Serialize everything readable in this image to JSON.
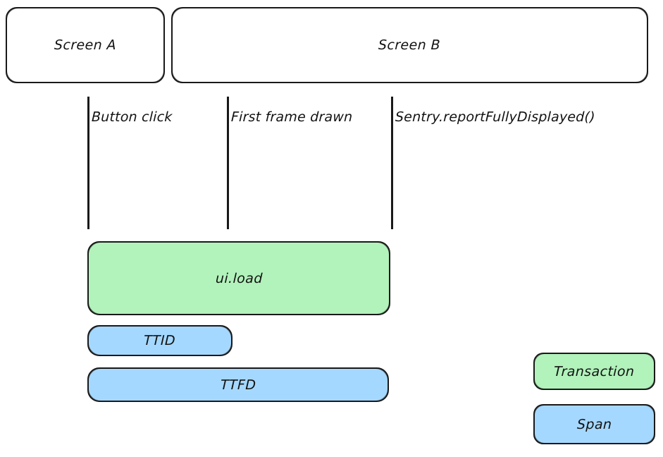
{
  "diagram": {
    "screens": [
      {
        "id": "screen-a",
        "label": "Screen A"
      },
      {
        "id": "screen-b",
        "label": "Screen B"
      }
    ],
    "events": [
      {
        "id": "button-click",
        "label": "Button click"
      },
      {
        "id": "first-frame",
        "label": "First frame drawn"
      },
      {
        "id": "report-fully",
        "label": "Sentry.reportFullyDisplayed()"
      }
    ],
    "bars": [
      {
        "id": "ui-load",
        "label": "ui.load",
        "kind": "transaction"
      },
      {
        "id": "ttid",
        "label": "TTID",
        "kind": "span"
      },
      {
        "id": "ttfd",
        "label": "TTFD",
        "kind": "span"
      }
    ],
    "legend": [
      {
        "id": "transaction",
        "label": "Transaction",
        "color": "#B2F2BB"
      },
      {
        "id": "span",
        "label": "Span",
        "color": "#A5D8FF"
      }
    ],
    "colors": {
      "transaction_fill": "#B2F2BB",
      "span_fill": "#A5D8FF",
      "stroke": "#191919",
      "background": "#FFFFFF",
      "text": "#121212"
    }
  }
}
